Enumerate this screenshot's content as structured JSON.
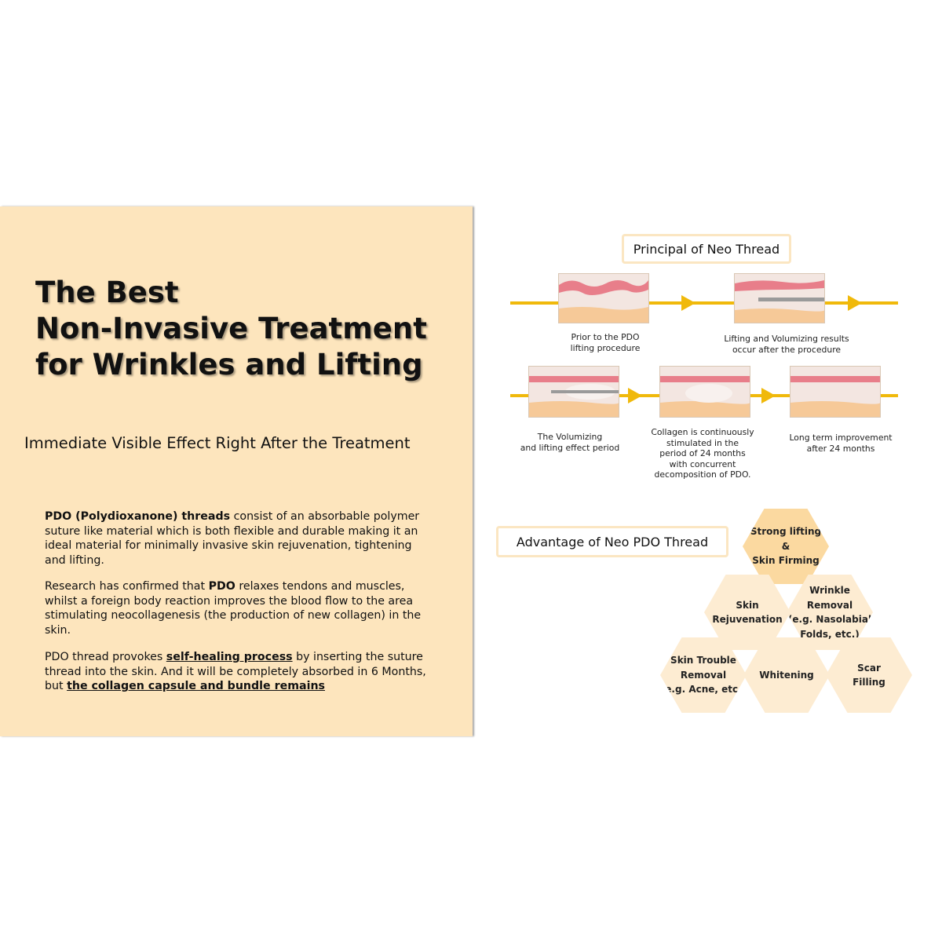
{
  "title_lines": [
    "The Best",
    "Non-Invasive Treatment",
    "for Wrinkles and Lifting"
  ],
  "subtitle": "Immediate Visible Effect Right After the Treatment",
  "paragraph1": {
    "bold": "PDO (Polydioxanone) threads",
    "rest": " consist of an absorbable polymer suture like material which is both flexible and durable making it an ideal material for minimally invasive skin rejuvenation, tightening and lifting."
  },
  "paragraph2": {
    "pre": "Research has confirmed that ",
    "bold": "PDO",
    "rest": " relaxes tendons and muscles, whilst a foreign body reaction improves the blood flow to the area stimulating neocollagenesis (the production of new collagen) in the skin."
  },
  "paragraph3": {
    "pre": "PDO thread provokes ",
    "link1": "self-healing process",
    "mid": " by inserting the suture thread into the skin. And it will be completely absorbed in 6 Months, but ",
    "link2": "the collagen capsule and bundle remains"
  },
  "principal_label": "Principal of Neo Thread",
  "steps": [
    "Prior to the PDO\nlifting procedure",
    "Lifting and Volumizing results\noccur after the procedure",
    "The Volumizing\nand lifting effect period",
    "Collagen is continuously\nstimulated in the\nperiod of 24 months\nwith concurrent\ndecomposition of PDO.",
    "Long term improvement\nafter 24 months"
  ],
  "advantage_label": "Advantage of Neo PDO Thread",
  "advantages": [
    "Strong lifting\n&\nSkin Firming",
    "Skin\nRejuvenation",
    "Wrinkle\nRemoval\n(e.g. Nasolabial\nFolds, etc.)",
    "Skin Trouble\nRemoval\n(e.g. Acne, etc.)",
    "Whitening",
    "Scar\nFilling"
  ],
  "colors": {
    "panel": "#fde5bd",
    "arrow": "#f0b90b",
    "hex_strong": "#fbd9a0",
    "hex_light": "#fdecd2",
    "dermis": "#e87e8a"
  }
}
